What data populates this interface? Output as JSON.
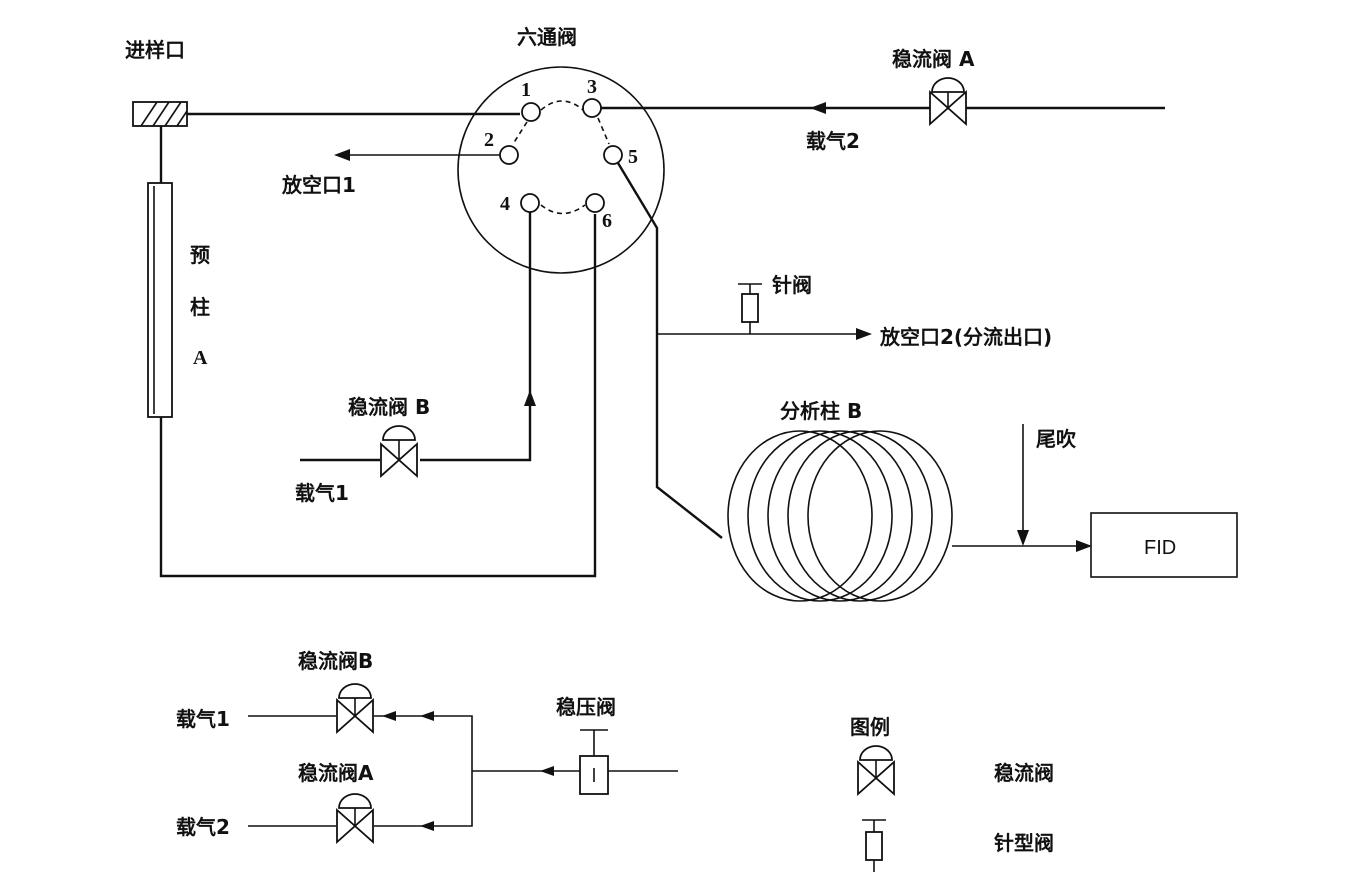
{
  "labels": {
    "inlet": "进样口",
    "six_port_valve": "六通阀",
    "flow_valve_a": "稳流阀 A",
    "carrier_2": "载气2",
    "vent_1": "放空口1",
    "precolumn_a_line1": "预",
    "precolumn_a_line2": "柱",
    "precolumn_a_line3": "A",
    "needle_valve": "针阀",
    "vent_2": "放空口2(分流出口)",
    "analytical_column_b": "分析柱 B",
    "makeup_gas": "尾吹",
    "flow_valve_b": "稳流阀 B",
    "carrier_1": "载气1",
    "detector": "FID"
  },
  "ports": [
    "1",
    "2",
    "3",
    "4",
    "5",
    "6"
  ],
  "supply": {
    "flow_valve_b": "稳流阀B",
    "flow_valve_a": "稳流阀A",
    "carrier_1": "载气1",
    "carrier_2": "载气2",
    "pressure_valve": "稳压阀"
  },
  "legend": {
    "title": "图例",
    "flow_valve": "稳流阀",
    "needle_valve": "针型阀"
  }
}
